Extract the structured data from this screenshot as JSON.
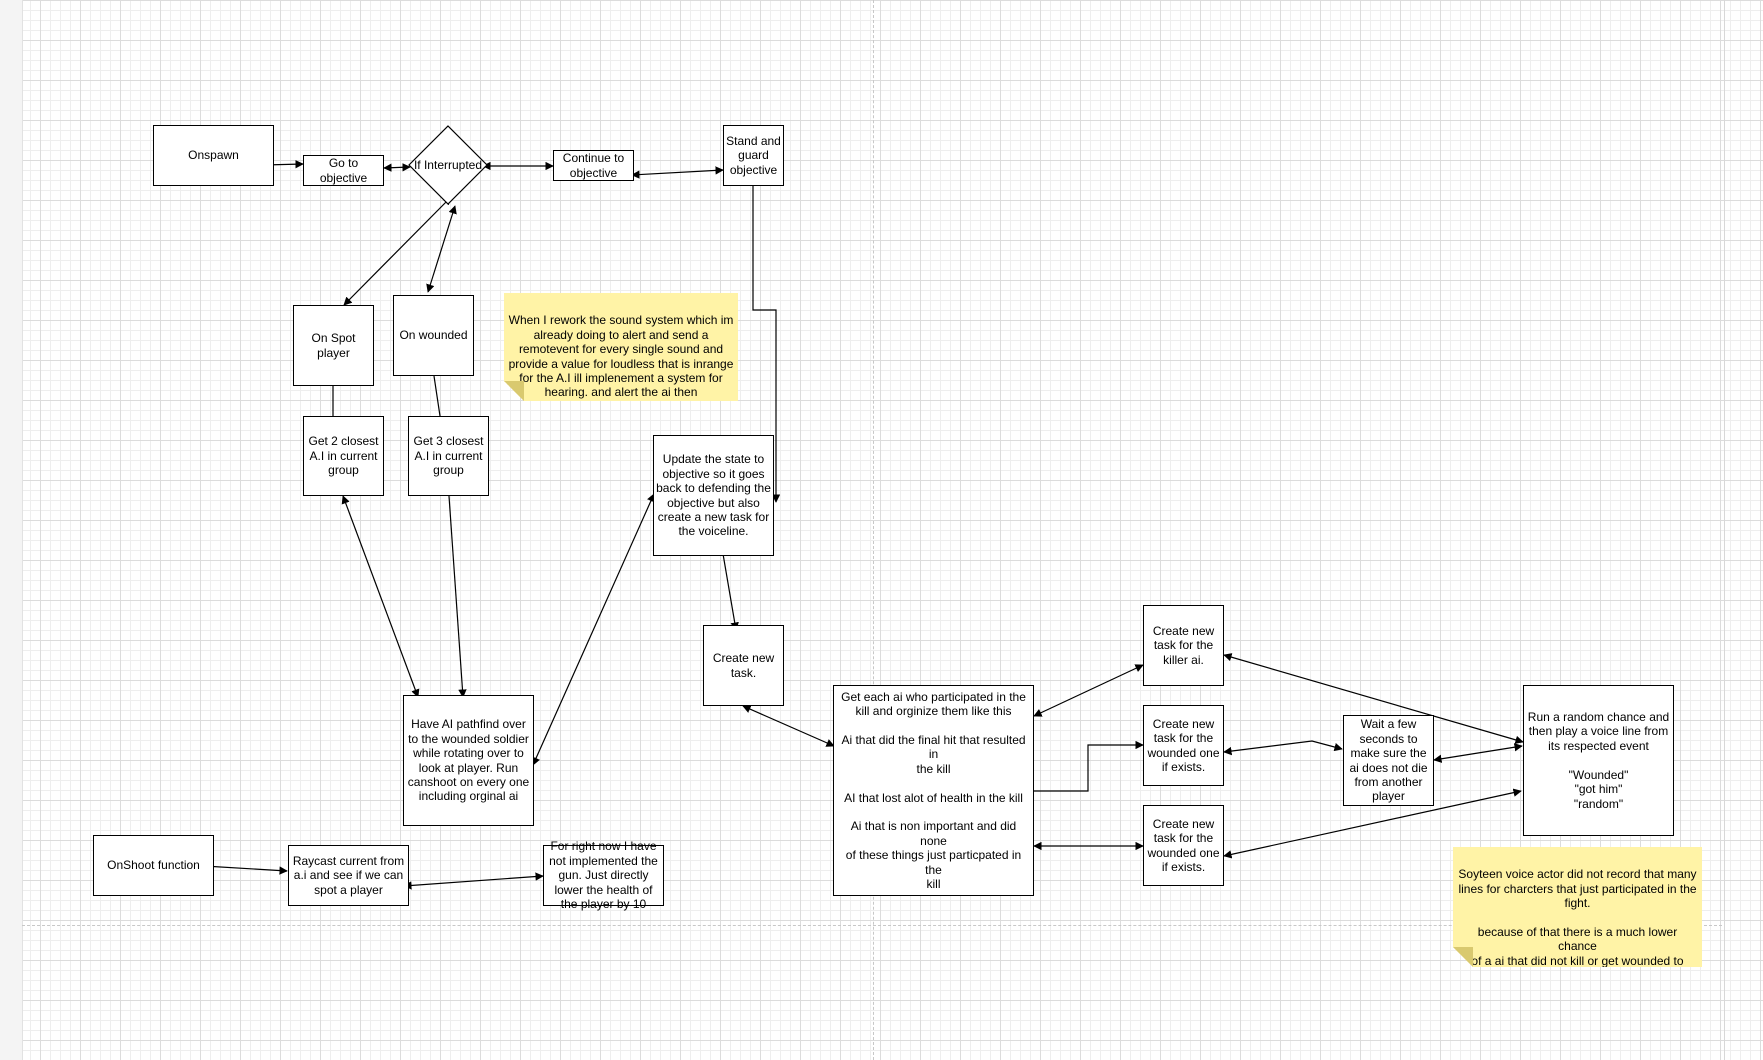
{
  "nodes": {
    "onspawn": "Onspawn",
    "goto": "Go to\nobjective",
    "interrupted": "If Interrupted",
    "continue": "Continue to\nobjective",
    "stand": "Stand and\nguard\nobjective",
    "onspot": "On Spot\nplayer",
    "onwounded": "On wounded",
    "get2": "Get 2 closest\nA.I in current\ngroup",
    "get3": "Get 3 closest\nA.I in current\ngroup",
    "update": "Update the state to\nobjective so it goes\nback to defending the\nobjective but also\ncreate a new task for\nthe voiceline.",
    "createtask": "Create new\ntask.",
    "pathfind": "Have AI pathfind over\nto the wounded soldier\nwhile rotating over to\nlook at player. Run\ncanshoot on every one\nincluding orginal ai",
    "onshoot": "OnShoot function",
    "raycast": "Raycast current from\na.i and see if we can\nspot a player",
    "fornow": "For right now I have\nnot implemented the\ngun. Just directly\nlower the health of\nthe player by 10",
    "eachai": "Get each ai who participated in the\nkill and orginize them like this\n\nAi that did the final hit that resulted in\nthe kill\n\nAI that lost alot of health in the kill\n\nAi that is non important and did none\nof these things just particpated in the\nkill",
    "killer": "Create new\ntask for the\nkiller ai.",
    "wounded1": "Create new\ntask for the\nwounded one\nif exists.",
    "wounded2": "Create new\ntask for the\nwounded one\nif exists.",
    "wait": "Wait a few\nseconds to\nmake sure the\nai does not die\nfrom another\nplayer",
    "random": "Run a random chance and\nthen play a voice line from\nits respected event\n\n\"Wounded\"\n\"got him\"\n\"random\""
  },
  "notes": {
    "sound": "When I rework the sound system which im\nalready doing to alert and send a\nremotevent for every single sound and\nprovide a value for loudless that is inrange\nfor the A.I ill implenement a system for\nhearing. and alert the ai then",
    "voice": "Soyteen voice actor did not record that many\nlines for charcters that just participated in the\nfight.\n\nbecause of that there is a much lower chance\nof a ai that did not kill or get wounded to\nproduce a voice line in combat throught the\nRNG number generator"
  },
  "colors": {
    "note_fill": "#fff3a6",
    "stroke": "#000000"
  }
}
